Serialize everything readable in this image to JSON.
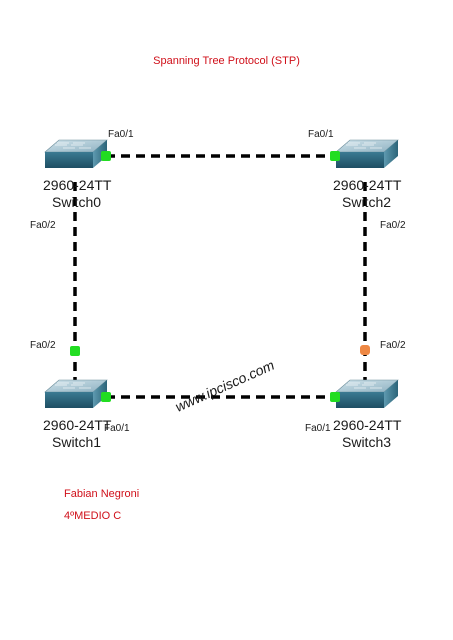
{
  "title": "Spanning Tree Protocol (STP)",
  "switches": [
    {
      "model": "2960-24TT",
      "name": "Switch0"
    },
    {
      "model": "2960-24TT",
      "name": "Switch2"
    },
    {
      "model": "2960-24TT",
      "name": "Switch1"
    },
    {
      "model": "2960-24TT",
      "name": "Switch3"
    }
  ],
  "ports": {
    "sw0_top": "Fa0/1",
    "sw2_top": "Fa0/1",
    "sw0_left": "Fa0/2",
    "sw2_right": "Fa0/2",
    "sw1_left": "Fa0/2",
    "sw3_right": "Fa0/2",
    "sw1_bottom": "Fa0/1",
    "sw3_bottom": "Fa0/1"
  },
  "links": [
    {
      "from": "Switch0",
      "to": "Switch2",
      "status": "forwarding"
    },
    {
      "from": "Switch0",
      "to": "Switch1",
      "status": "forwarding"
    },
    {
      "from": "Switch2",
      "to": "Switch3",
      "status": "blocking"
    },
    {
      "from": "Switch1",
      "to": "Switch3",
      "status": "forwarding"
    }
  ],
  "colors": {
    "forwarding": "#22dd22",
    "blocking": "#ee8844",
    "text_accent": "#d0101a"
  },
  "watermark": "www.ipcisco.com",
  "author": {
    "name": "Fabian Negroni",
    "class": "4ºMEDIO C"
  }
}
